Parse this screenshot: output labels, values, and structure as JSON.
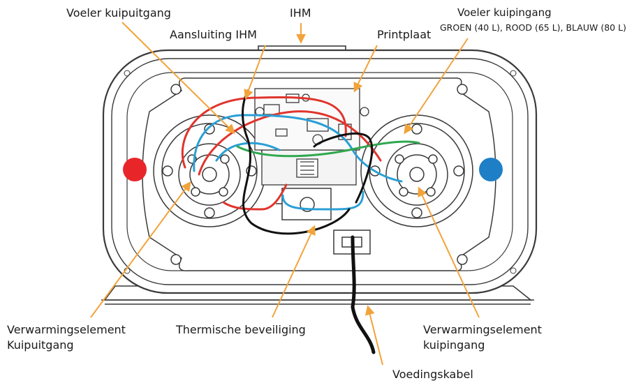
{
  "labels": {
    "voeler_kuipuitgang": "Voeler kuipuitgang",
    "ihm_top": "IHM",
    "aansluiting_ihm": "Aansluiting  IHM",
    "printplaat": "Printplaat",
    "voeler_kuipingang": "Voeler kuipingang",
    "voeler_kuipingang_sub": "GROEN (40 L), ROOD (65 L), BLAUW (80 L)",
    "verwarming_uit_line1": "Verwarmingselement",
    "verwarming_uit_line2": "Kuipuitgang",
    "thermische_beveiliging": "Thermische beveiliging",
    "verwarming_in_line1": "Verwarmingselement",
    "verwarming_in_line2": "kuipingang",
    "voedingskabel": "Voedingskabel"
  },
  "colors": {
    "leader": "#f2a33a",
    "outline": "#3a3a3a",
    "hot_indicator": "#e8262a",
    "cold_indicator": "#1f7fc6",
    "wire_red": "#e0342c",
    "wire_blue": "#2a9fd6",
    "wire_green": "#2fa84f",
    "wire_black": "#111111"
  }
}
